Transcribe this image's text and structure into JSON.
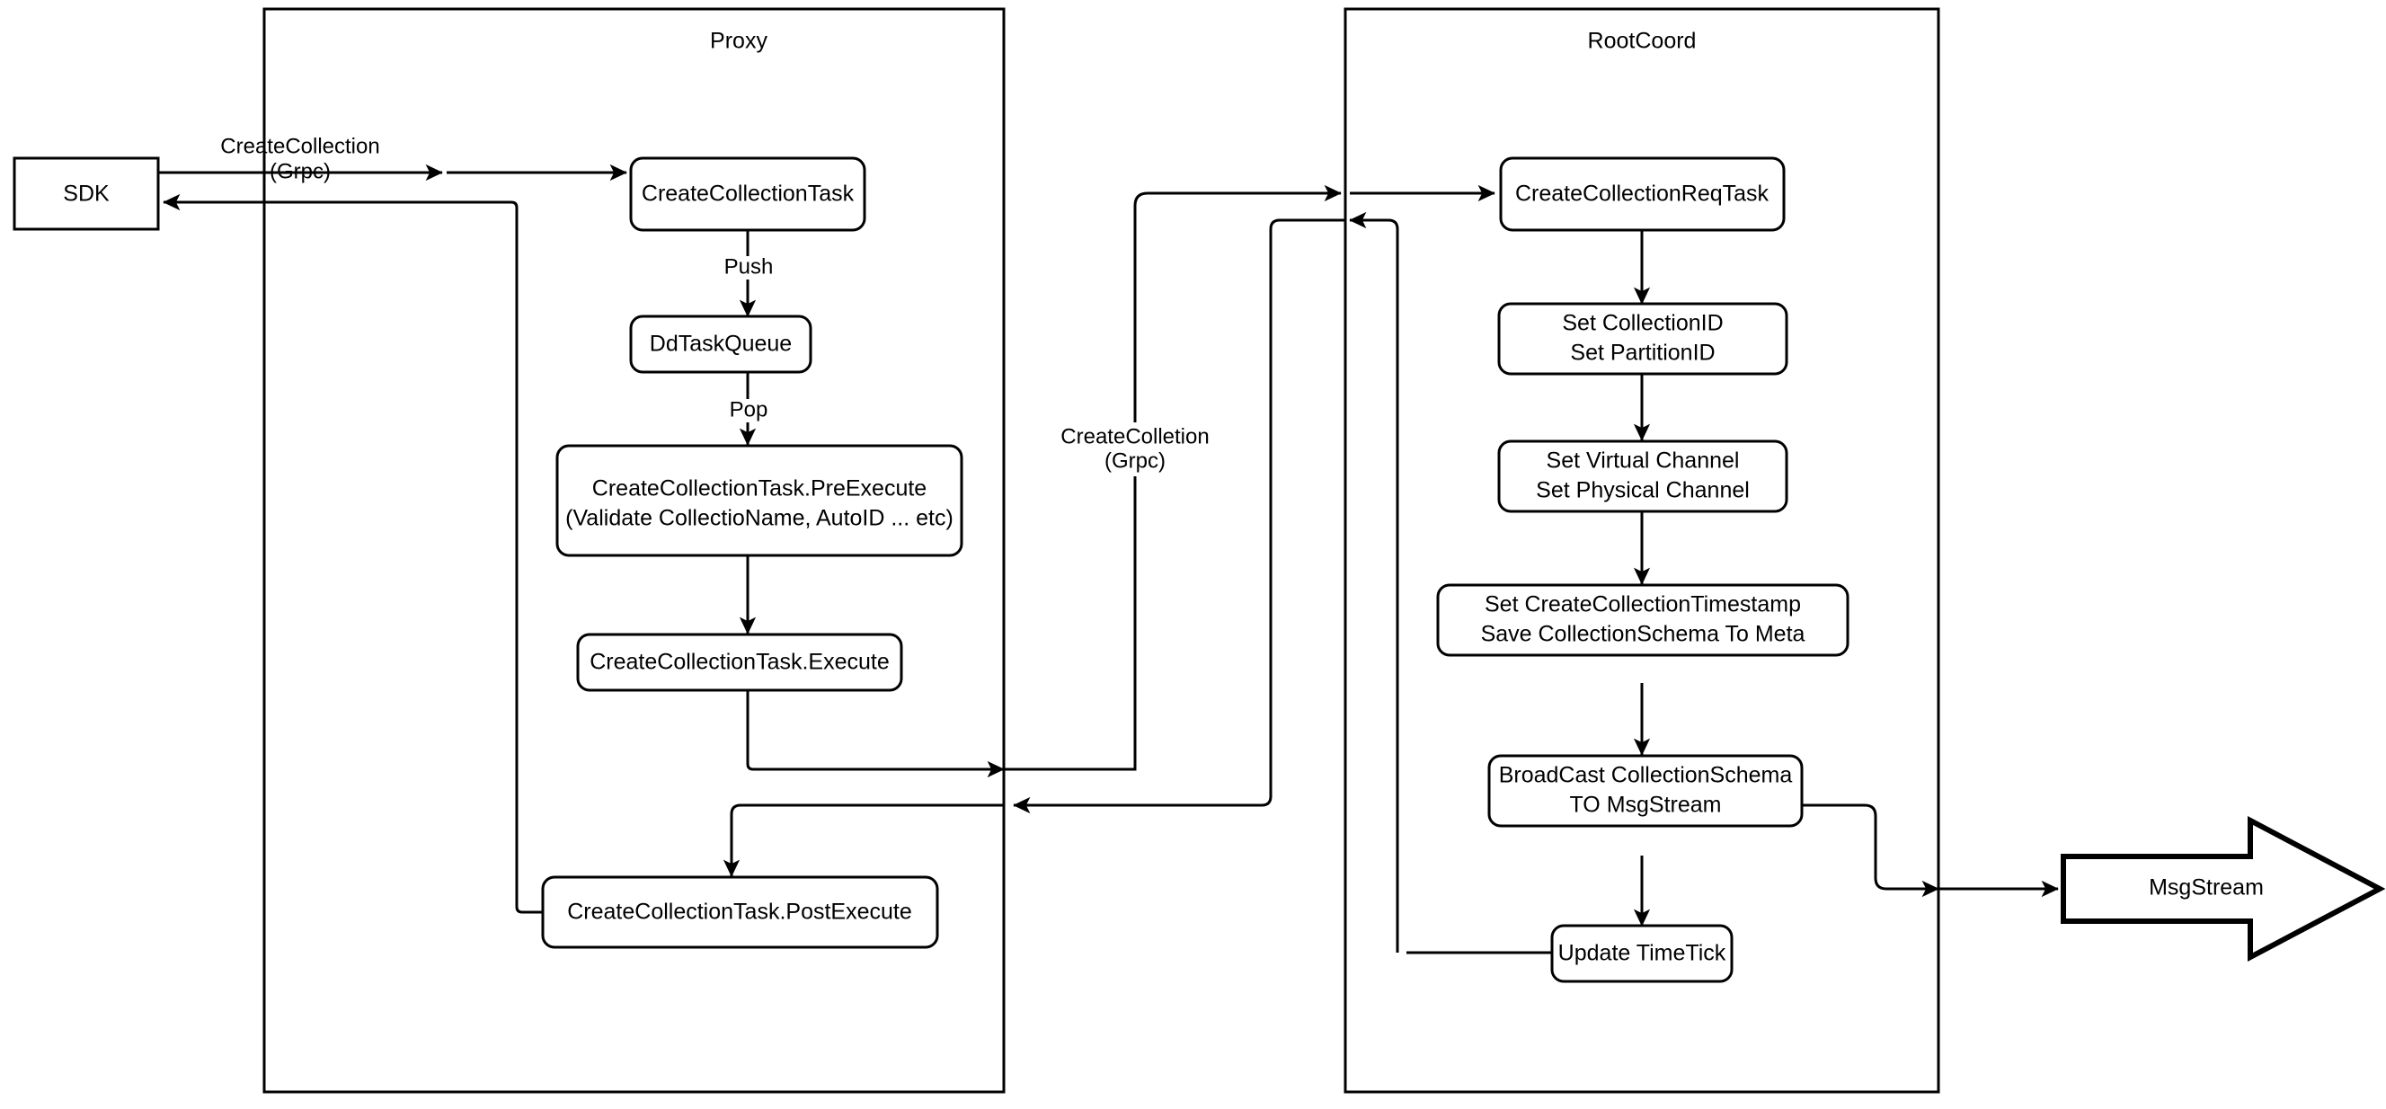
{
  "diagram": {
    "title_hidden": "",
    "containers": [
      {
        "id": "proxy",
        "title": "Proxy"
      },
      {
        "id": "rootcoord",
        "title": "RootCoord"
      }
    ],
    "external_nodes": [
      {
        "id": "sdk",
        "label": "SDK"
      },
      {
        "id": "msgstream",
        "label": "MsgStream"
      }
    ],
    "proxy_nodes": [
      {
        "id": "create-collection-task",
        "label": "CreateCollectionTask"
      },
      {
        "id": "dd-task-queue",
        "label": "DdTaskQueue"
      },
      {
        "id": "pre-execute",
        "line1": "CreateCollectionTask.PreExecute",
        "line2": "(Validate CollectioName, AutoID ... etc)"
      },
      {
        "id": "execute",
        "label": "CreateCollectionTask.Execute"
      },
      {
        "id": "post-execute",
        "label": "CreateCollectionTask.PostExecute"
      }
    ],
    "rootcoord_nodes": [
      {
        "id": "create-collection-req-task",
        "label": "CreateCollectionReqTask"
      },
      {
        "id": "set-ids",
        "line1": "Set CollectionID",
        "line2": "Set PartitionID"
      },
      {
        "id": "set-channels",
        "line1": "Set Virtual Channel",
        "line2": "Set Physical Channel"
      },
      {
        "id": "set-timestamp",
        "line1": "Set CreateCollectionTimestamp",
        "line2": "Save CollectionSchema To Meta"
      },
      {
        "id": "broadcast",
        "line1": "BroadCast CollectionSchema",
        "line2": "TO MsgStream"
      },
      {
        "id": "update-timetick",
        "label": "Update TimeTick"
      }
    ],
    "edge_labels": [
      {
        "id": "sdk-to-proxy",
        "line1": "CreateCollection",
        "line2": "(Grpc)"
      },
      {
        "id": "push",
        "label": "Push"
      },
      {
        "id": "pop",
        "label": "Pop"
      },
      {
        "id": "proxy-to-rootcoord",
        "line1": "CreateColletion",
        "line2": "(Grpc)"
      }
    ],
    "colors": {
      "stroke": "#000000",
      "fill": "#ffffff",
      "text": "#000000"
    }
  }
}
